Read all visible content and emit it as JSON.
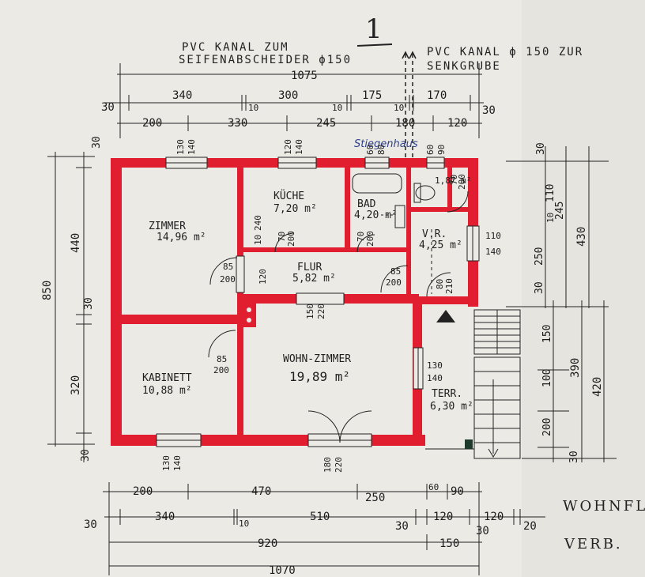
{
  "page_number": "1",
  "notes": {
    "left_line1": "PVC KANAL ZUM",
    "left_line2": "SEIFENABSCHEIDER ϕ150",
    "right_line1": "PVC KANAL ϕ 150 ZUR",
    "right_line2": "SENKGRUBE",
    "handwritten": "Stiegenhaus",
    "corner_line1": "WOHNFL",
    "corner_line2": "VERB."
  },
  "rooms": {
    "zimmer_name": "ZIMMER",
    "zimmer_area": "14,96 m²",
    "kueche_name": "KÜCHE",
    "kueche_area": "7,20 m²",
    "bad_name": "BAD",
    "bad_area": "4,20 m²",
    "wc_area": "1,87 m²",
    "vr_name": "V.R.",
    "vr_area": "4,25 m²",
    "flur_name": "FLUR",
    "flur_area": "5,82 m²",
    "kabinett_name": "KABINETT",
    "kabinett_area": "10,88 m²",
    "wohn_name": "WOHN-ZIMMER",
    "wohn_area": "19,89 m²",
    "terr_name": "TERR.",
    "terr_area": "6,30 m²"
  },
  "dims_top": {
    "total": "1075",
    "r1": [
      "30",
      "340",
      "10",
      "300",
      "10",
      "175",
      "10",
      "170",
      "30"
    ],
    "r2": [
      "200",
      "330",
      "245",
      "180",
      "120"
    ]
  },
  "dims_bottom": {
    "r1": [
      "200",
      "470",
      "250",
      "60",
      "90"
    ],
    "r2": [
      "30",
      "340",
      "10",
      "510",
      "30",
      "120",
      "120",
      "20",
      "30"
    ],
    "r3": [
      "920",
      "150"
    ],
    "total": "1070"
  },
  "dims_left": {
    "total": "850",
    "seg": [
      "30",
      "440",
      "30",
      "320",
      "30"
    ]
  },
  "dims_right": {
    "seg_a": [
      "30",
      "110",
      "10",
      "245",
      "250",
      "30"
    ],
    "total_upper": "430",
    "seg_b": [
      "150",
      "100",
      "200",
      "30"
    ],
    "mid": "390",
    "total_lower": "420"
  },
  "openings": {
    "w_zimmer": [
      "130",
      "140"
    ],
    "w_kueche": [
      "120",
      "140"
    ],
    "w_bad": [
      "60",
      "80"
    ],
    "w_wc": [
      "60",
      "90"
    ],
    "w_vr": [
      "110",
      "140"
    ],
    "d_kueche": [
      "70",
      "200"
    ],
    "d_bad": [
      "70",
      "200"
    ],
    "d_zimmer": [
      "85",
      "200"
    ],
    "d_flur": [
      "85",
      "200"
    ],
    "d_kab": [
      "85",
      "200"
    ],
    "d_wc": [
      "70",
      "200"
    ],
    "d_vr": [
      "80",
      "210"
    ],
    "p_flur": [
      "120"
    ],
    "p_wohn": [
      "150",
      "220"
    ],
    "w_wohn": [
      "130",
      "140"
    ],
    "w_kab": [
      "130",
      "140"
    ],
    "d_terr": [
      "180",
      "220"
    ],
    "k_240": "240",
    "k_10": "10"
  },
  "colors": {
    "wall": "#e01e30",
    "ink": "#1c1c1c",
    "paper": "#e6e4df",
    "pen": "#2c3f8a"
  }
}
